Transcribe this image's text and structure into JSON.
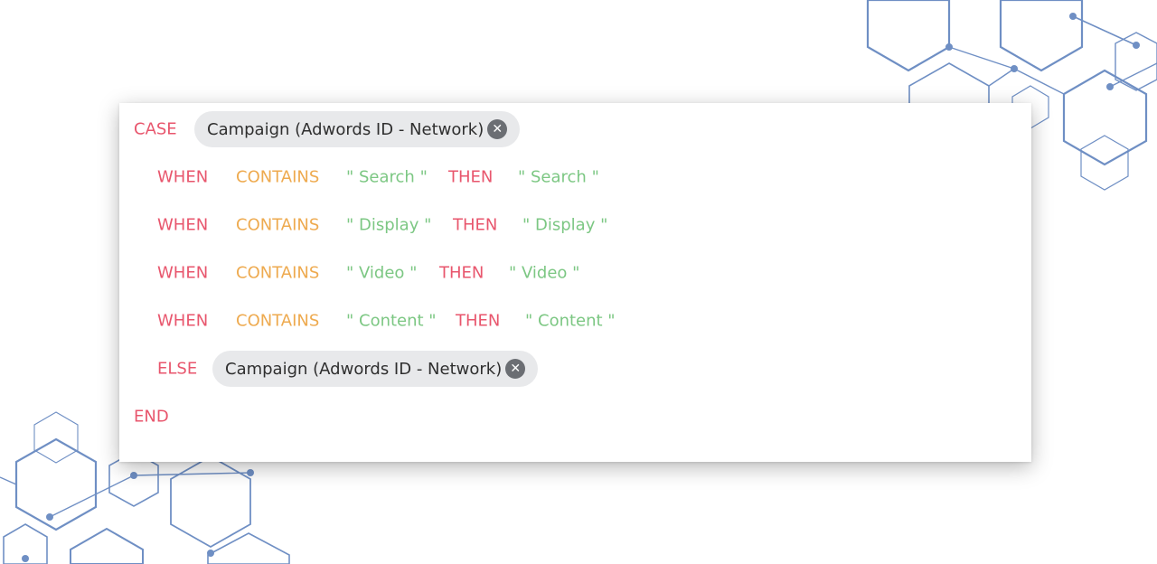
{
  "colors": {
    "keyword": "#e8566d",
    "operator": "#eeaa4f",
    "string": "#7cc783",
    "decor": "#6f8fc4"
  },
  "expression": {
    "case_keyword": "CASE",
    "case_field": "Campaign (Adwords ID - Network)",
    "when_rows": [
      {
        "when": "WHEN",
        "op": "CONTAINS",
        "value": "\" Search \"",
        "then": "THEN",
        "result": "\" Search \""
      },
      {
        "when": "WHEN",
        "op": "CONTAINS",
        "value": "\" Display \"",
        "then": "THEN",
        "result": "\" Display \""
      },
      {
        "when": "WHEN",
        "op": "CONTAINS",
        "value": "\" Video \"",
        "then": "THEN",
        "result": "\" Video \""
      },
      {
        "when": "WHEN",
        "op": "CONTAINS",
        "value": "\" Content \"",
        "then": "THEN",
        "result": "\" Content \""
      }
    ],
    "else_keyword": "ELSE",
    "else_field": "Campaign (Adwords ID - Network)",
    "end_keyword": "END"
  },
  "icons": {
    "chip_remove": "close-icon",
    "chip_remove_glyph": "✕"
  }
}
